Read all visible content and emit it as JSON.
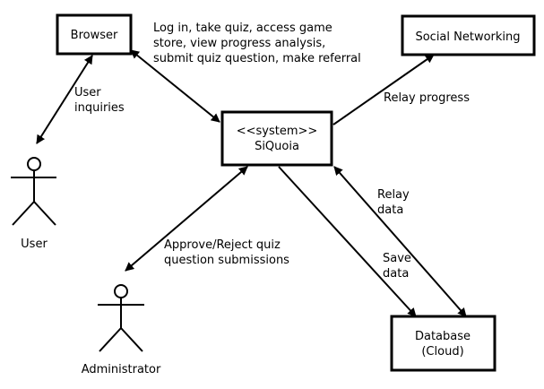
{
  "nodes": {
    "browser": "Browser",
    "social": "Social Networking",
    "system_stereotype": "<<system>>",
    "system_name": "SiQuoia",
    "database_line1": "Database",
    "database_line2": "(Cloud)",
    "user": "User",
    "administrator": "Administrator"
  },
  "edges": {
    "browser_system": [
      "Log in, take quiz, access game",
      "store, view progress analysis,",
      "submit quiz question, make referral"
    ],
    "user_browser": [
      "User",
      "inquiries"
    ],
    "system_social": [
      "Relay progress"
    ],
    "admin_system": [
      "Approve/Reject quiz",
      "question submissions"
    ],
    "db_system": [
      "Relay",
      "data"
    ],
    "system_db": [
      "Save",
      "data"
    ]
  }
}
